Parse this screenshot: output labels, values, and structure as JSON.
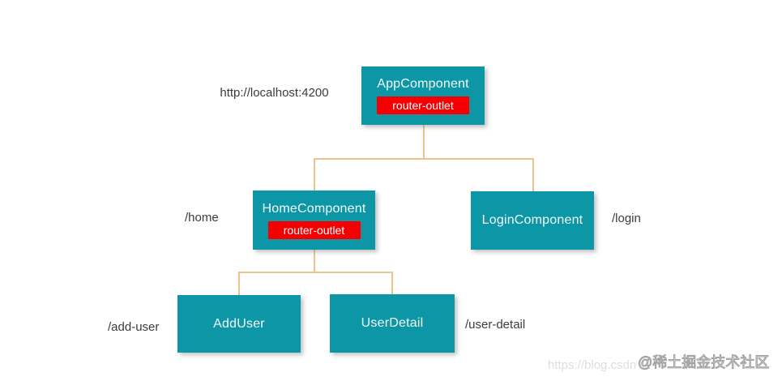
{
  "diagram": {
    "url_label": "http://localhost:4200",
    "nodes": {
      "app": {
        "label": "AppComponent",
        "outlet": "router-outlet"
      },
      "home": {
        "label": "HomeComponent",
        "outlet": "router-outlet",
        "route": "/home"
      },
      "login": {
        "label": "LoginComponent",
        "route": "/login"
      },
      "add_user": {
        "label": "AddUser",
        "route": "/add-user"
      },
      "user_detail": {
        "label": "UserDetail",
        "route": "/user-detail"
      }
    },
    "colors": {
      "node_fill": "#0d96a6",
      "outlet_fill": "#f40000",
      "connector": "#f0c289",
      "label_text": "#3b3b3b",
      "watermark_cn": "#ededed",
      "watermark_url": "#dedede"
    }
  },
  "watermark": {
    "community": "@稀土掘金技术社区",
    "url_fragment": "https://blog.csdn"
  }
}
